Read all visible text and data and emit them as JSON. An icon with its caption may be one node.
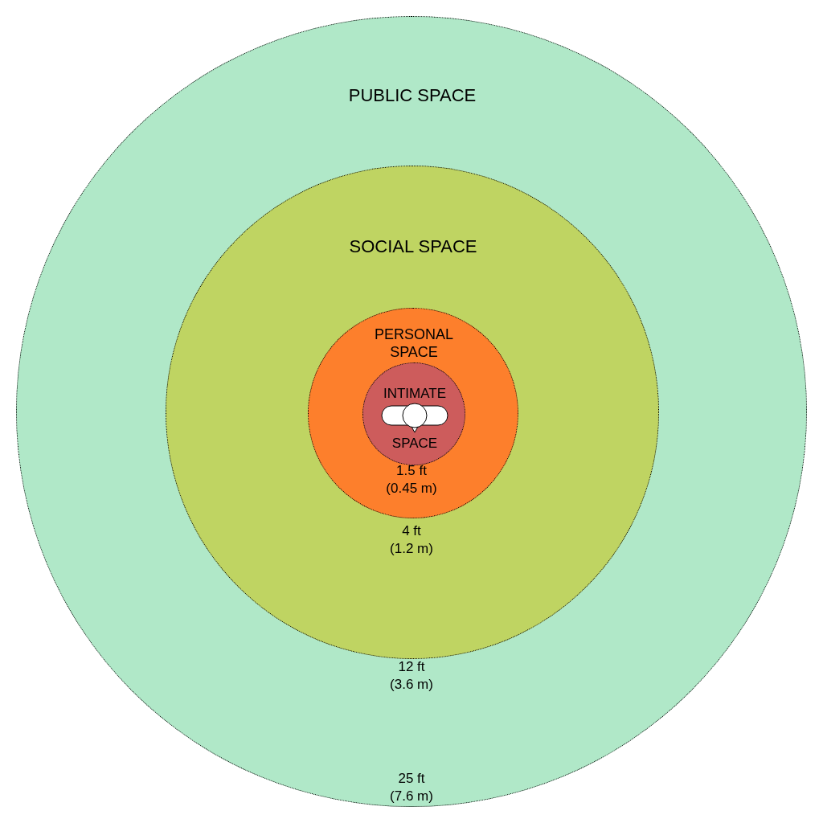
{
  "diagram": {
    "nodes": [
      {
        "text": [
          "PUBLIC SPACE"
        ]
      },
      {
        "text": [
          "SOCIAL SPACE"
        ],
        "in": 0
      },
      {
        "text": [
          "PERSONAL SPACE"
        ],
        "in": 1
      },
      {
        "text": [
          "INTIMATE",
          "SPACE"
        ],
        "in": 2
      },
      {
        "text": [],
        "shape": "person",
        "in": 3
      }
    ],
    "edges": [],
    "labels": [
      "1.5 ft (0.45 m)",
      "4 ft (1.2 m)",
      "12 ft (3.6 m)",
      "25 ft (7.6 m)"
    ]
  }
}
